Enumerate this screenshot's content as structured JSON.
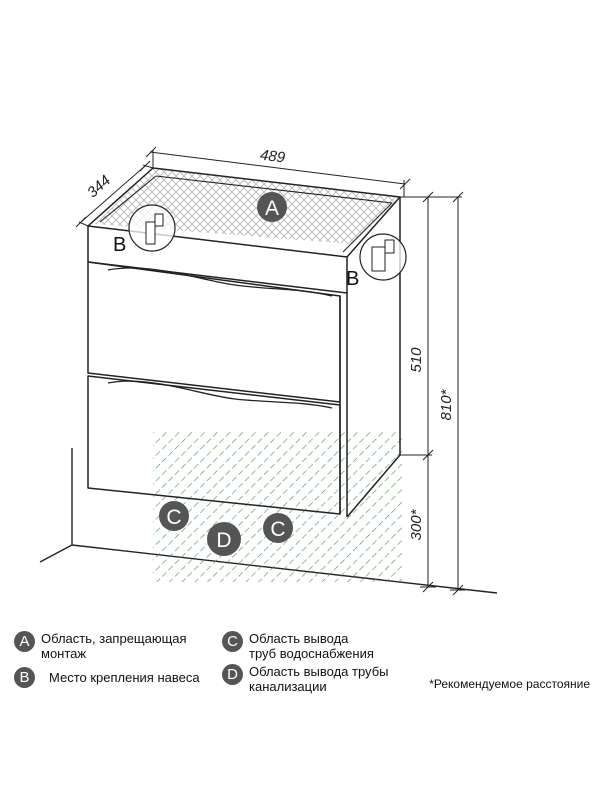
{
  "dimensions": {
    "width": "489",
    "depth": "344",
    "height": "510",
    "total_height": "810*",
    "mount_height": "300*"
  },
  "markers": {
    "a": "A",
    "b": "B",
    "c": "C",
    "d": "D"
  },
  "legend": {
    "a_text": "Область, запрещающая\nмонтаж",
    "b_text": "Место крепления навеса",
    "c_text": "Область вывода\nтруб водоснабжения",
    "d_text": "Область вывода трубы\nканализации"
  },
  "note": "*Рекомендуемое расстояние",
  "colors": {
    "line": "#222222",
    "marker_fill": "#555555",
    "hatch_green": "#3a9a4a",
    "crosshatch": "#b5b5b5"
  }
}
